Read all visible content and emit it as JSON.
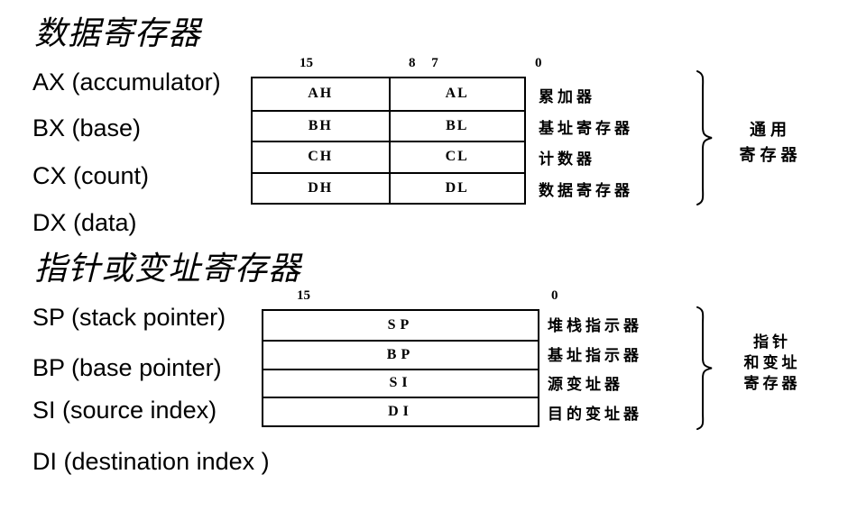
{
  "page": {
    "background_color": "#ffffff",
    "text_color": "#000000"
  },
  "section1": {
    "title": "数据寄存器",
    "register_list": [
      "AX (accumulator)",
      "BX (base)",
      "CX (count)",
      "DX (data)"
    ],
    "bit_labels": {
      "b15": "15",
      "b8_7": "8 7",
      "b0": "0"
    },
    "table_rows": [
      {
        "high": "AH",
        "low": "AL",
        "label": "累加器"
      },
      {
        "high": "BH",
        "low": "BL",
        "label": "基址寄存器"
      },
      {
        "high": "CH",
        "low": "CL",
        "label": "计数器"
      },
      {
        "high": "DH",
        "low": "DL",
        "label": "数据寄存器"
      }
    ],
    "brace_label_lines": [
      "通用",
      "寄存器"
    ]
  },
  "section2": {
    "title": "指针或变址寄存器",
    "register_list": [
      "SP (stack pointer)",
      "BP (base pointer)",
      "SI (source index)",
      "DI (destination index )"
    ],
    "bit_labels": {
      "b15": "15",
      "b0": "0"
    },
    "table_rows": [
      {
        "name": "SP",
        "label": "堆栈指示器"
      },
      {
        "name": "BP",
        "label": "基址指示器"
      },
      {
        "name": "SI",
        "label": "源变址器"
      },
      {
        "name": "DI",
        "label": "目的变址器"
      }
    ],
    "brace_label_lines": [
      "指针",
      "和变址",
      "寄存器"
    ]
  }
}
